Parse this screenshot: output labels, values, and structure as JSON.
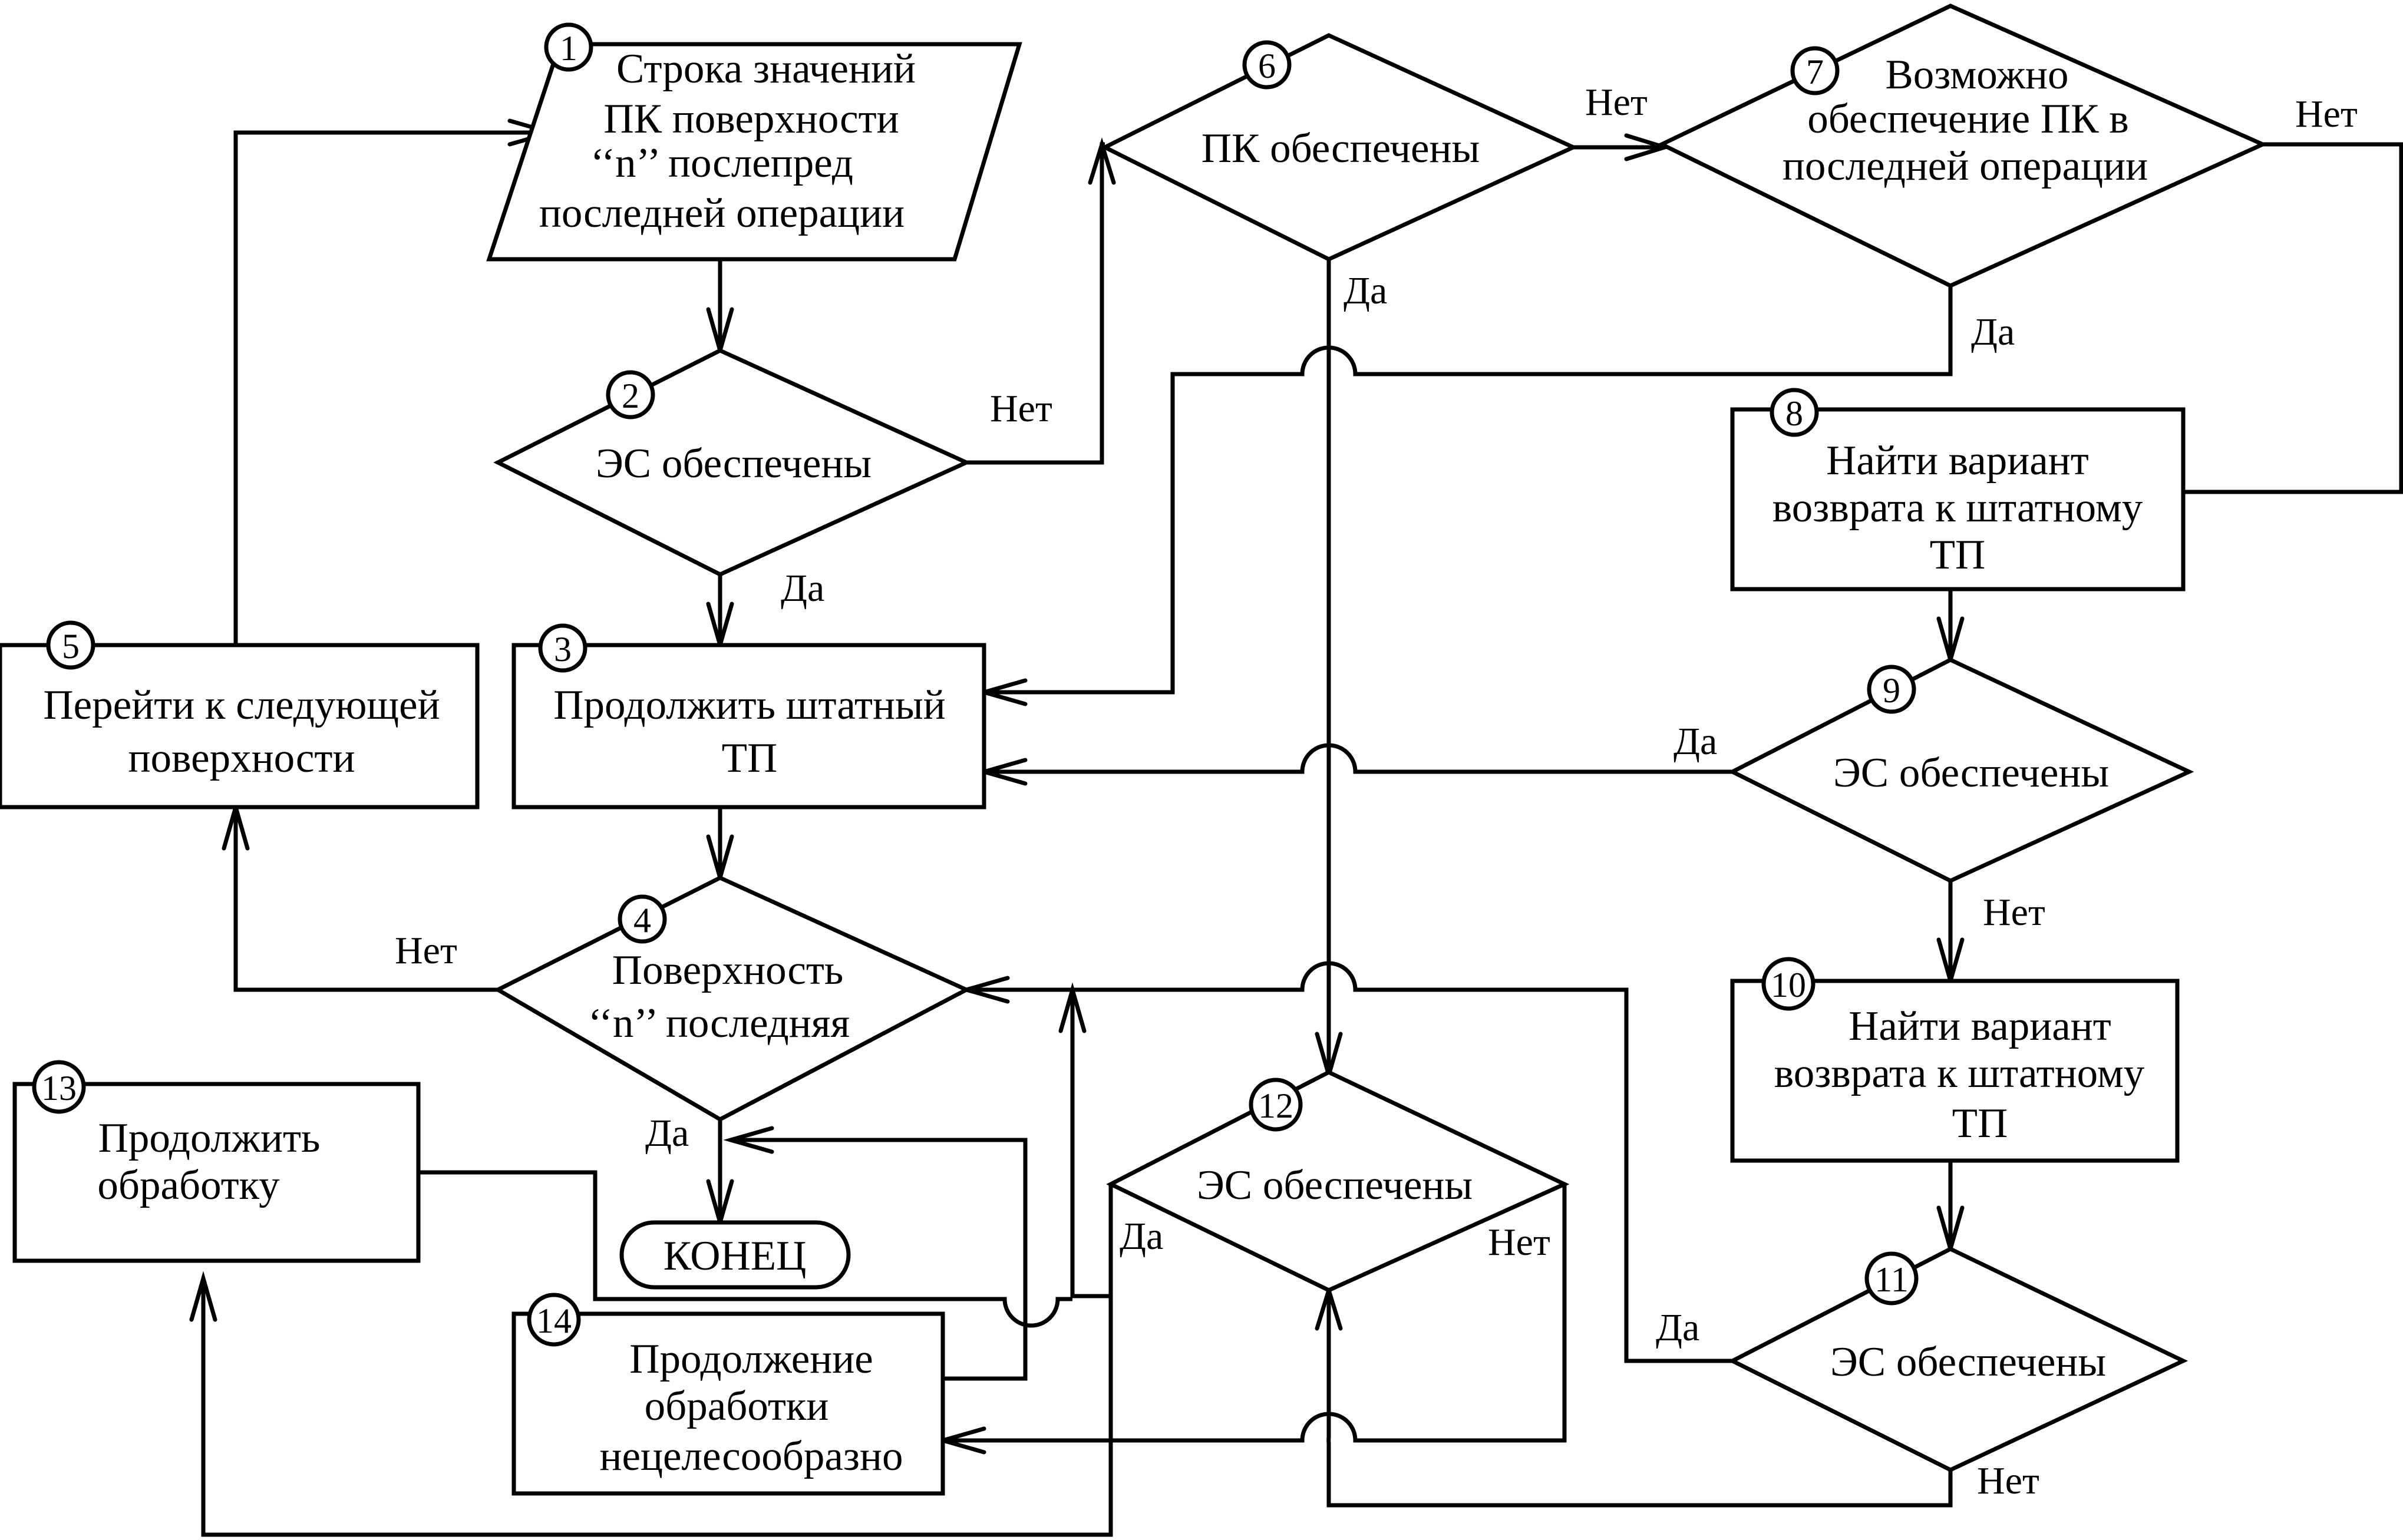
{
  "blocks": {
    "b1": {
      "num": "1",
      "lines": [
        "Строка значений",
        "ПК поверхности",
        "‘‘n’’  послепред",
        "последней операции"
      ]
    },
    "b2": {
      "num": "2",
      "lines": [
        "ЭС обеспечены"
      ]
    },
    "b3": {
      "num": "3",
      "lines": [
        "Продолжить штатный",
        "ТП"
      ]
    },
    "b4": {
      "num": "4",
      "lines": [
        "Поверхность",
        "‘‘n’’ последняя"
      ]
    },
    "b5": {
      "num": "5",
      "lines": [
        "Перейти к следующей",
        "поверхности"
      ]
    },
    "b6": {
      "num": "6",
      "lines": [
        "ПК обеспечены"
      ]
    },
    "b7": {
      "num": "7",
      "lines": [
        "Возможно",
        "обеспечение ПК в",
        "последней операции"
      ]
    },
    "b8": {
      "num": "8",
      "lines": [
        "Найти вариант",
        "возврата к штатному",
        "ТП"
      ]
    },
    "b9": {
      "num": "9",
      "lines": [
        "ЭС обеспечены"
      ]
    },
    "b10": {
      "num": "10",
      "lines": [
        "Найти вариант",
        "возврата к штатному",
        "ТП"
      ]
    },
    "b11": {
      "num": "11",
      "lines": [
        "ЭС обеспечены"
      ]
    },
    "b12": {
      "num": "12",
      "lines": [
        "ЭС обеспечены"
      ]
    },
    "b13": {
      "num": "13",
      "lines": [
        "Продолжить",
        "обработку"
      ]
    },
    "b14": {
      "num": "14",
      "lines": [
        "Продолжение",
        "обработки",
        "нецелесообразно"
      ]
    },
    "end": {
      "lines": [
        "КОНЕЦ"
      ]
    }
  },
  "edge_labels": {
    "b2_no": "Нет",
    "b2_yes": "Да",
    "b6_no": "Нет",
    "b6_yes": "Да",
    "b7_no": "Нет",
    "b7_yes": "Да",
    "b9_yes": "Да",
    "b9_no": "Нет",
    "b4_no": "Нет",
    "b4_yes": "Да",
    "b11_yes": "Да",
    "b11_no": "Нет",
    "b12_yes": "Да",
    "b12_no": "Нет"
  }
}
